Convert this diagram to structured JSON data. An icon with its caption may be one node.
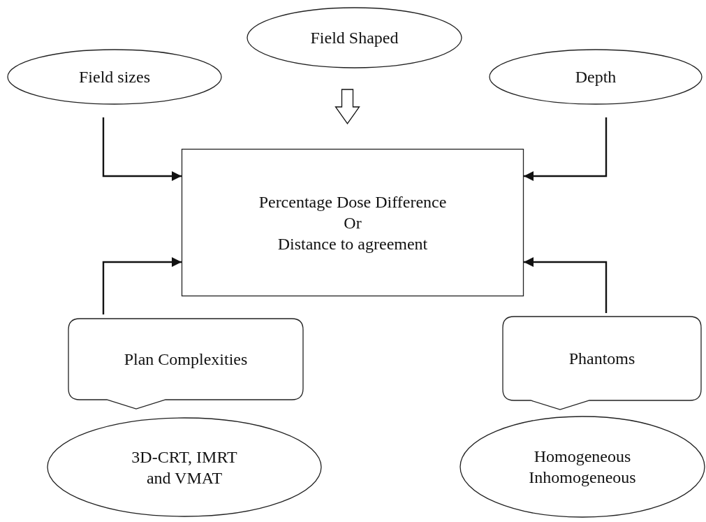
{
  "diagram": {
    "nodes": [
      {
        "text": [
          "Field sizes"
        ]
      },
      {
        "text": [
          "Field Shaped"
        ]
      },
      {
        "text": [
          "Depth"
        ]
      },
      {
        "text": [
          "Percentage Dose Difference",
          "Or",
          "Distance to agreement"
        ]
      },
      {
        "text": [
          "Plan Complexities"
        ]
      },
      {
        "text": [
          "3D-CRT, IMRT and VMAT"
        ]
      },
      {
        "text": [
          "Phantoms"
        ]
      },
      {
        "text": [
          "Homogeneous Inhomogeneous"
        ]
      }
    ],
    "edges": [
      {
        "from": 0,
        "to": 3,
        "arrow": "to"
      },
      {
        "from": 1,
        "to": 3,
        "arrow": "to",
        "style": "thick"
      },
      {
        "from": 2,
        "to": 3,
        "arrow": "to"
      },
      {
        "from": 4,
        "to": 3,
        "arrow": "to"
      },
      {
        "from": 6,
        "to": 3,
        "arrow": "to"
      }
    ]
  }
}
